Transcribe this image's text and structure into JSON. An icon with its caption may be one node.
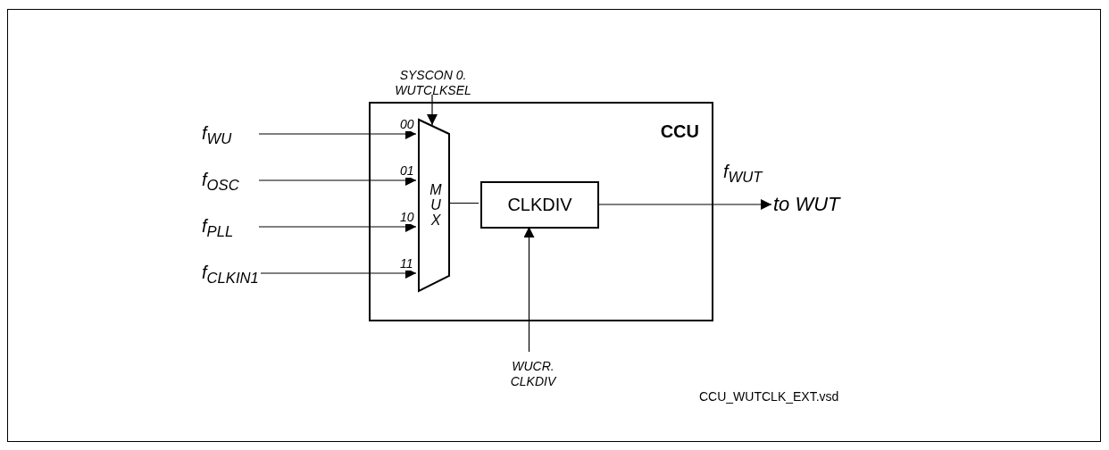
{
  "diagram": {
    "nodes": [
      {
        "text": [
          "CCU"
        ]
      },
      {
        "text": [
          "M U X"
        ],
        "in": 0
      },
      {
        "text": [
          "CLKDIV"
        ],
        "in": 0
      },
      {
        "text": [
          "f$_{WU}$"
        ]
      },
      {
        "text": [
          "f$_{OSC}$"
        ]
      },
      {
        "text": [
          "f$_{PLL}$"
        ]
      },
      {
        "text": [
          "f$_{CLKIN1}$"
        ]
      },
      {
        "text": [
          "to WUT"
        ]
      },
      {
        "text": [
          "SYSCON 0. WUTCLKSEL"
        ]
      },
      {
        "text": [
          "WUCR. CLKDIV"
        ]
      }
    ],
    "edges": [
      {
        "from": 3,
        "to": 1,
        "arrow": "to",
        "label": "00"
      },
      {
        "from": 4,
        "to": 1,
        "arrow": "to",
        "label": "01"
      },
      {
        "from": 5,
        "to": 1,
        "arrow": "to",
        "label": "10"
      },
      {
        "from": 6,
        "to": 1,
        "arrow": "to",
        "label": "11"
      },
      {
        "from": 8,
        "to": 1,
        "arrow": "to"
      },
      {
        "from": 1,
        "to": 2,
        "arrow": "none"
      },
      {
        "from": 9,
        "to": 2,
        "arrow": "to"
      },
      {
        "from": 2,
        "to": 7,
        "arrow": "to",
        "label": "f$_{WUT}$"
      }
    ],
    "labels": [
      "CCU_WUTCLK_EXT.vsd"
    ]
  }
}
